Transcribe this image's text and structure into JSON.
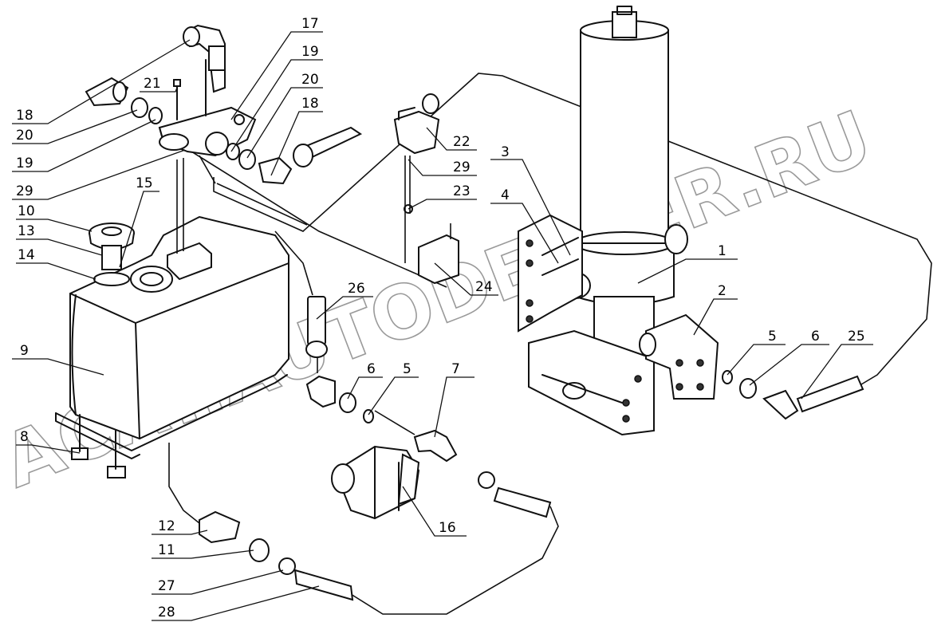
{
  "watermark": "ACAT.AUTODEALER.RU",
  "callouts": [
    {
      "label": "1"
    },
    {
      "label": "2"
    },
    {
      "label": "3"
    },
    {
      "label": "4"
    },
    {
      "label": "5"
    },
    {
      "label": "6"
    },
    {
      "label": "7"
    },
    {
      "label": "8"
    },
    {
      "label": "9"
    },
    {
      "label": "10"
    },
    {
      "label": "11"
    },
    {
      "label": "12"
    },
    {
      "label": "13"
    },
    {
      "label": "14"
    },
    {
      "label": "15"
    },
    {
      "label": "16"
    },
    {
      "label": "17"
    },
    {
      "label": "18"
    },
    {
      "label": "18"
    },
    {
      "label": "19"
    },
    {
      "label": "19"
    },
    {
      "label": "20"
    },
    {
      "label": "20"
    },
    {
      "label": "21"
    },
    {
      "label": "22"
    },
    {
      "label": "23"
    },
    {
      "label": "24"
    },
    {
      "label": "25"
    },
    {
      "label": "26"
    },
    {
      "label": "27"
    },
    {
      "label": "28"
    },
    {
      "label": "29"
    },
    {
      "label": "29"
    },
    {
      "label": "5"
    },
    {
      "label": "6"
    }
  ]
}
